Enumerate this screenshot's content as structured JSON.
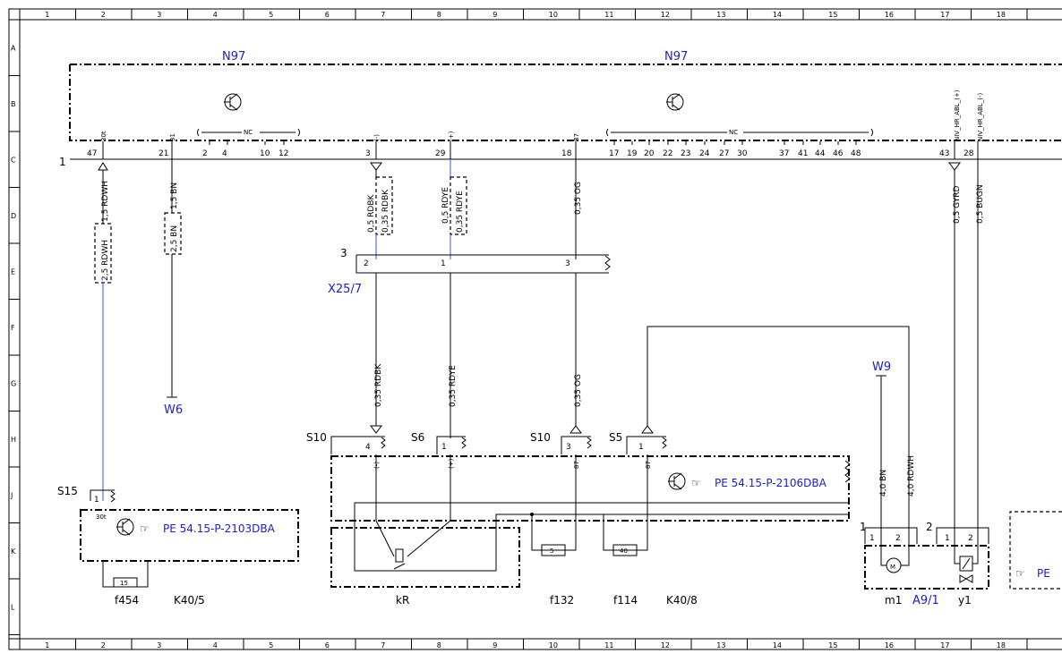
{
  "grid": {
    "columns": [
      "1",
      "2",
      "3",
      "4",
      "5",
      "6",
      "7",
      "8",
      "9",
      "10",
      "11",
      "12",
      "13",
      "14",
      "15",
      "16",
      "17",
      "18"
    ],
    "rows": [
      "A",
      "B",
      "C",
      "D",
      "E",
      "F",
      "G",
      "H",
      "J",
      "K",
      "L"
    ]
  },
  "components": {
    "n97_left": "N97",
    "n97_right": "N97",
    "x25_7": "X25/7",
    "w6": "W6",
    "w9": "W9",
    "s15": "S15",
    "s10_left": "S10",
    "s6": "S6",
    "s10_right": "S10",
    "s5": "S5",
    "f454": "f454",
    "k40_5": "K40/5",
    "kr": "kR",
    "f132": "f132",
    "f114": "f114",
    "k40_8": "K40/8",
    "m1": "m1",
    "a9_1": "A9/1",
    "y1": "y1",
    "node_1": "1",
    "node_3": "3",
    "conn_1": "1",
    "conn_2": "2"
  },
  "references": {
    "pe_2103": "PE 54.15-P-2103DBA",
    "pe_2106": "PE 54.15-P-2106DBA",
    "pe_cut": "PE"
  },
  "n97_pins": {
    "p47": "47",
    "p47_sig": "30t",
    "p21": "21",
    "p21_sig": "31",
    "p2": "2",
    "p4": "4",
    "p10": "10",
    "p12": "12",
    "p3": "3",
    "p3_sig": "(-)",
    "p29": "29",
    "p29_sig": "(+)",
    "p18": "18",
    "p18_sig": "87",
    "p17": "17",
    "p19": "19",
    "p20": "20",
    "p22": "22",
    "p23": "23",
    "p24": "24",
    "p27": "27",
    "p30": "30",
    "p37": "37",
    "p41": "41",
    "p44": "44",
    "p46": "46",
    "p48": "48",
    "p43": "43",
    "p43_sig": "NIV_HR_ABL_(+)",
    "p28": "28",
    "p28_sig": "NIV_HR_ABL_(-)",
    "nc_left": "NC",
    "nc_right": "NC"
  },
  "wires": {
    "w_1_5_rdwh": "1,5 RDWH",
    "w_2_5_rdwh": "2,5 RDWH",
    "w_1_5_bn": "1,5 BN",
    "w_2_5_bn": "2,5 BN",
    "w_05_rdbk": "0,5 RDBK",
    "w_035_rdbk_a": "0,35 RDBK",
    "w_05_rdye": "0,5 RDYE",
    "w_035_rdye_a": "0,35 RDYE",
    "w_035_og_a": "0,35 OG",
    "w_035_rdbk_b": "0,35 RDBK",
    "w_035_rdye_b": "0,35 RDYE",
    "w_035_og_b": "0,35 OG",
    "w_05_gyrd": "0,5 GYRD",
    "w_05_bugn": "0,5 BUGN",
    "w_40_bn": "4,0 BN",
    "w_40_rdwh": "4,0 RDWH"
  },
  "x25_pins": {
    "p2": "2",
    "p1": "1",
    "p3": "3"
  },
  "lower_pins": {
    "s15_p1": "1",
    "s15_sig": "30t",
    "s10_p4": "4",
    "s10_sig": "(-)",
    "s6_p1": "1",
    "s6_sig": "(+)",
    "s10r_p3": "3",
    "s10r_sig": "87",
    "s5_p1": "1",
    "s5_sig": "87",
    "m1_p1": "1",
    "m1_p2": "2",
    "y1_p1": "1",
    "y1_p2": "2"
  },
  "fuses": {
    "f454": "15",
    "f132": "5",
    "f114": "40"
  },
  "icons": [
    "transistor-icon",
    "reference-hand-icon",
    "motor-icon",
    "valve-icon",
    "relay-switch-icon"
  ]
}
